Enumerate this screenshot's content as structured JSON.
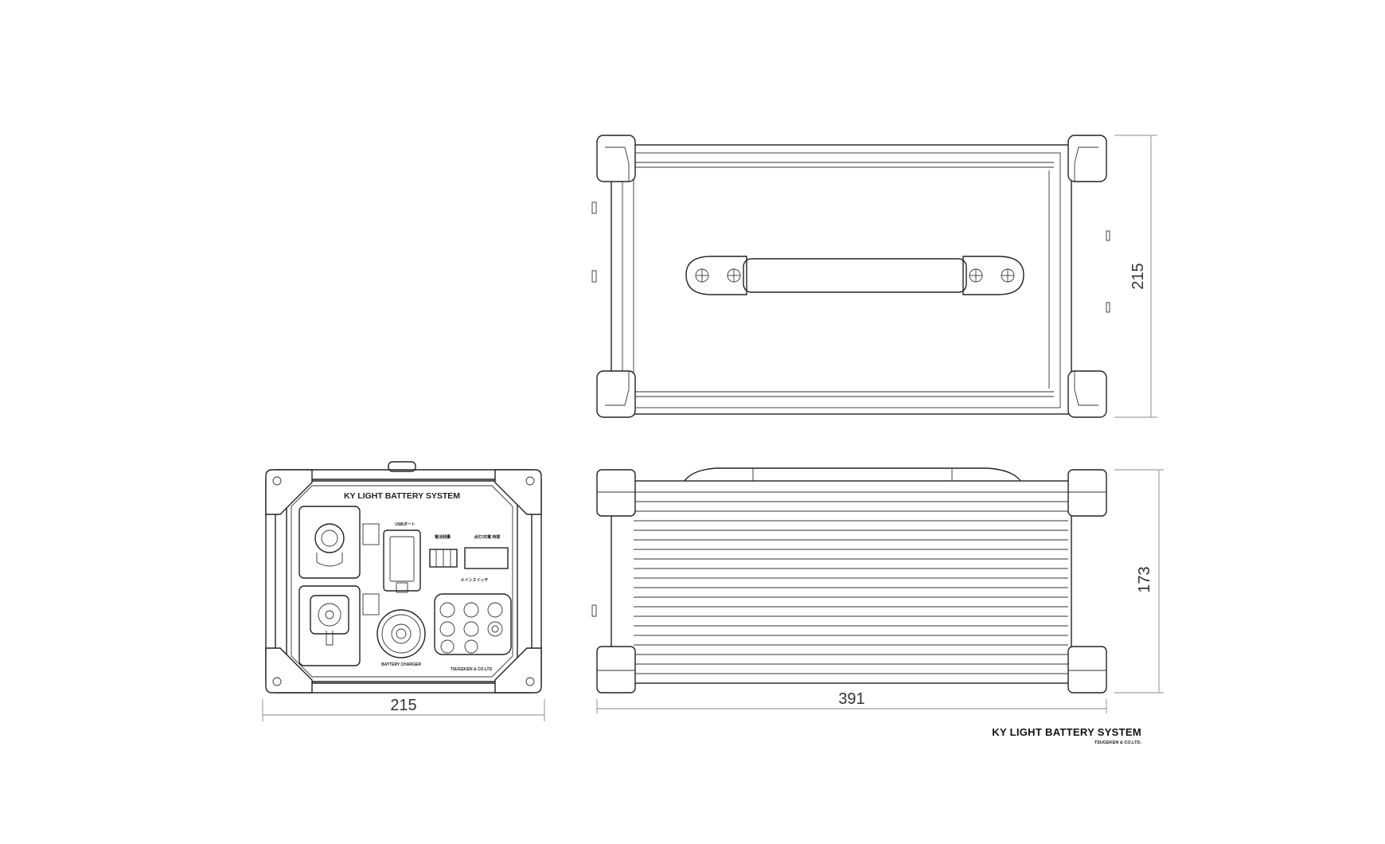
{
  "product_name": "KY LIGHT BATTERY SYSTEM",
  "company": "TSUGEKEN & CO.LTD.",
  "dimensions": {
    "top_view_depth": "215",
    "front_view_width": "215",
    "side_view_length": "391",
    "side_view_height": "173"
  },
  "front_panel": {
    "title": "KY LIGHT BATTERY SYSTEM",
    "usb_label": "USBポート",
    "battery_level_label": "電池残量",
    "lighting_time_label": "点灯/充電 時間",
    "main_switch_label": "メインスイッチ",
    "charge_input_label": "BATTERY CHARGER",
    "maker_label": "TSUGEKEN & CO.LTD"
  }
}
